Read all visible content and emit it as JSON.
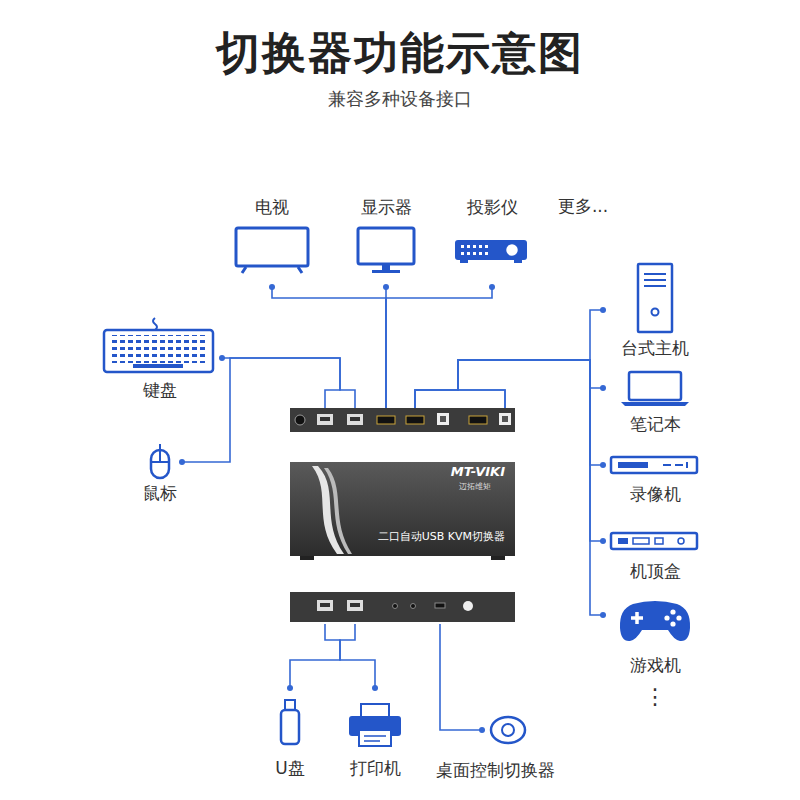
{
  "diagram": {
    "title": "切换器功能示意图",
    "nodes": [
      {
        "text": [
          "电视"
        ]
      },
      {
        "text": [
          "显示器"
        ]
      },
      {
        "text": [
          "投影仪"
        ]
      },
      {
        "text": [
          "键盘"
        ]
      },
      {
        "text": [
          "台式主机"
        ]
      },
      {
        "text": [
          "MT-VIKI",
          "迈拓维矩",
          "二口自动USB KVM切换器"
        ]
      },
      {
        "text": [
          "笔记本"
        ]
      },
      {
        "text": [
          "鼠标"
        ]
      },
      {
        "text": [
          "录像机"
        ]
      },
      {
        "text": [
          "机顶盒"
        ]
      },
      {
        "text": [
          "游戏机"
        ]
      },
      {
        "text": [
          "U盘"
        ]
      },
      {
        "text": [
          "打印机"
        ]
      },
      {
        "text": [
          "桌面控制切换器"
        ]
      }
    ],
    "edges": [
      {
        "from": 0,
        "to": 5,
        "arrow": "none"
      },
      {
        "from": 1,
        "to": 5,
        "arrow": "none"
      },
      {
        "from": 2,
        "to": 5,
        "arrow": "none"
      },
      {
        "from": 3,
        "to": 5,
        "arrow": "none"
      },
      {
        "from": 7,
        "to": 5,
        "arrow": "none"
      },
      {
        "from": 4,
        "to": 5,
        "arrow": "none"
      },
      {
        "from": 6,
        "to": 5,
        "arrow": "none"
      },
      {
        "from": 8,
        "to": 5,
        "arrow": "none"
      },
      {
        "from": 9,
        "to": 5,
        "arrow": "none"
      },
      {
        "from": 10,
        "to": 5,
        "arrow": "none"
      },
      {
        "from": 5,
        "to": 11,
        "arrow": "none"
      },
      {
        "from": 5,
        "to": 12,
        "arrow": "none"
      },
      {
        "from": 5,
        "to": 13,
        "arrow": "none"
      }
    ],
    "labels": [
      "兼容多种设备接口",
      "更多...",
      "⋮"
    ]
  }
}
